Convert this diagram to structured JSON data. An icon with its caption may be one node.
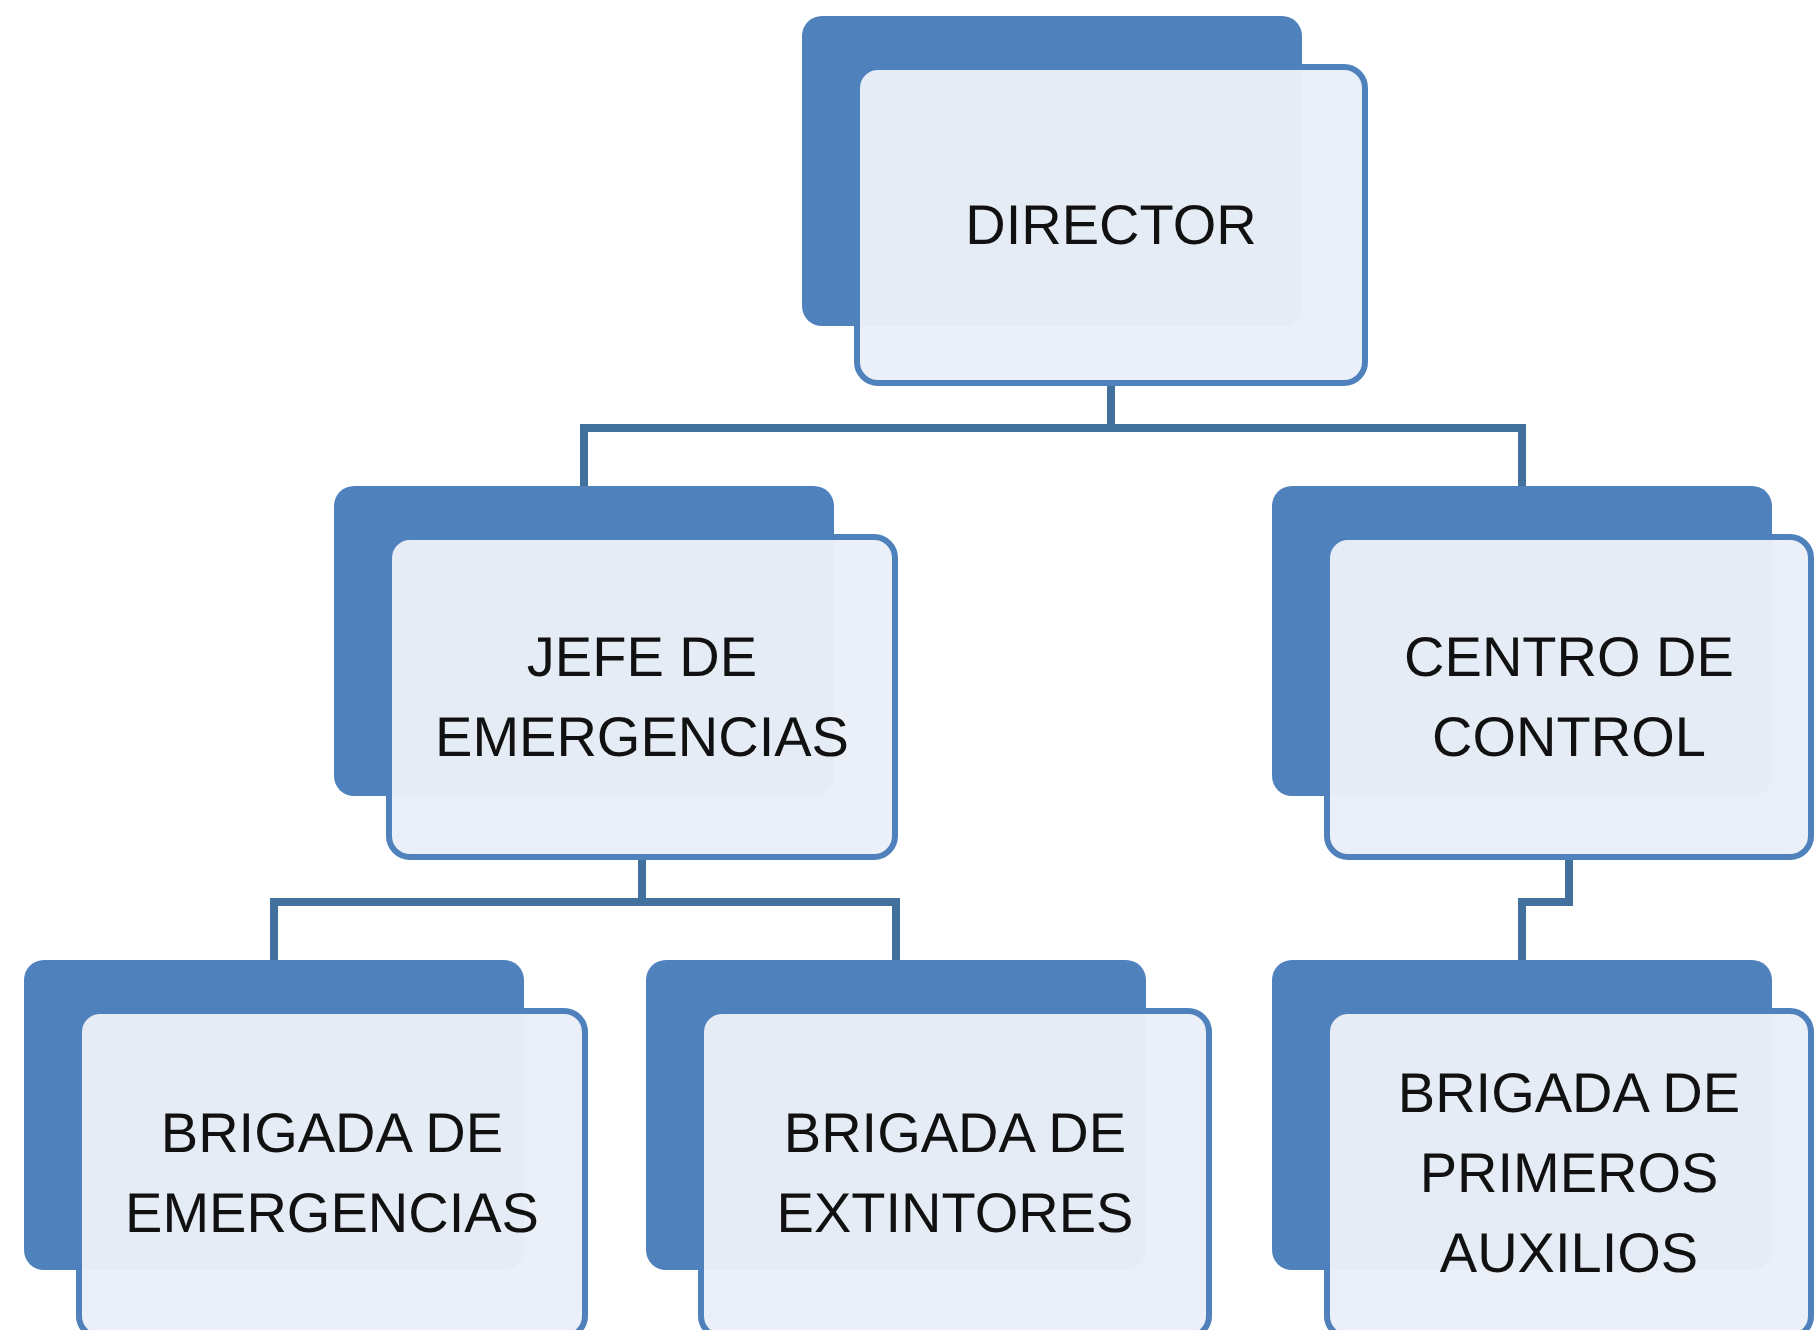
{
  "diagram": {
    "nodes": [
      {
        "text": [
          "DIRECTOR"
        ]
      },
      {
        "text": [
          "JEFE DE EMERGENCIAS"
        ]
      },
      {
        "text": [
          "CENTRO DE CONTROL"
        ]
      },
      {
        "text": [
          "BRIGADA DE EMERGENCIAS"
        ]
      },
      {
        "text": [
          "BRIGADA DE EXTINTORES"
        ]
      },
      {
        "text": [
          "BRIGADA DE PRIMEROS AUXILIOS"
        ]
      }
    ],
    "edges": [
      {
        "from": 0,
        "to": 1,
        "arrow": "none"
      },
      {
        "from": 0,
        "to": 2,
        "arrow": "none"
      },
      {
        "from": 1,
        "to": 3,
        "arrow": "none"
      },
      {
        "from": 1,
        "to": 4,
        "arrow": "none"
      },
      {
        "from": 2,
        "to": 5,
        "arrow": "none"
      }
    ]
  }
}
